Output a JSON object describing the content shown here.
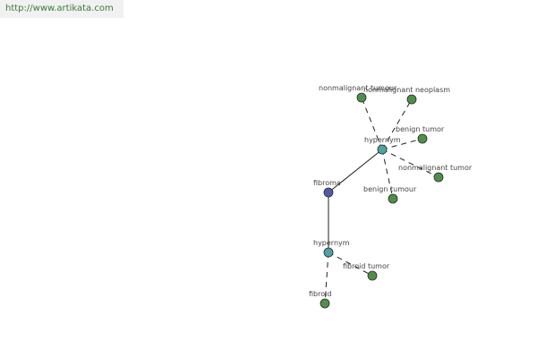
{
  "url": "http://www.artikata.com",
  "colors": {
    "root": "#4a5fa8",
    "hub": "#4fa3a3",
    "leaf": "#4f8f4a"
  },
  "nodes": {
    "fibroma": {
      "label": "fibroma",
      "kind": "root"
    },
    "hypernym_top": {
      "label": "hypernym",
      "kind": "hub"
    },
    "hypernym_bottom": {
      "label": "hypernym",
      "kind": "hub"
    },
    "nonmalignant_tumour_1": {
      "label": "nonmalignant tumour",
      "kind": "leaf"
    },
    "nonmalignant_neoplasm": {
      "label": "nonmalignant neoplasm",
      "kind": "leaf"
    },
    "benign_tumor": {
      "label": "benign tumor",
      "kind": "leaf"
    },
    "nonmalignant_tumor": {
      "label": "nonmalignant tumor",
      "kind": "leaf"
    },
    "benign_tumour": {
      "label": "benign tumour",
      "kind": "leaf"
    },
    "fibroid_tumor": {
      "label": "fibroid tumor",
      "kind": "leaf"
    },
    "fibroid": {
      "label": "fibroid",
      "kind": "leaf"
    }
  }
}
